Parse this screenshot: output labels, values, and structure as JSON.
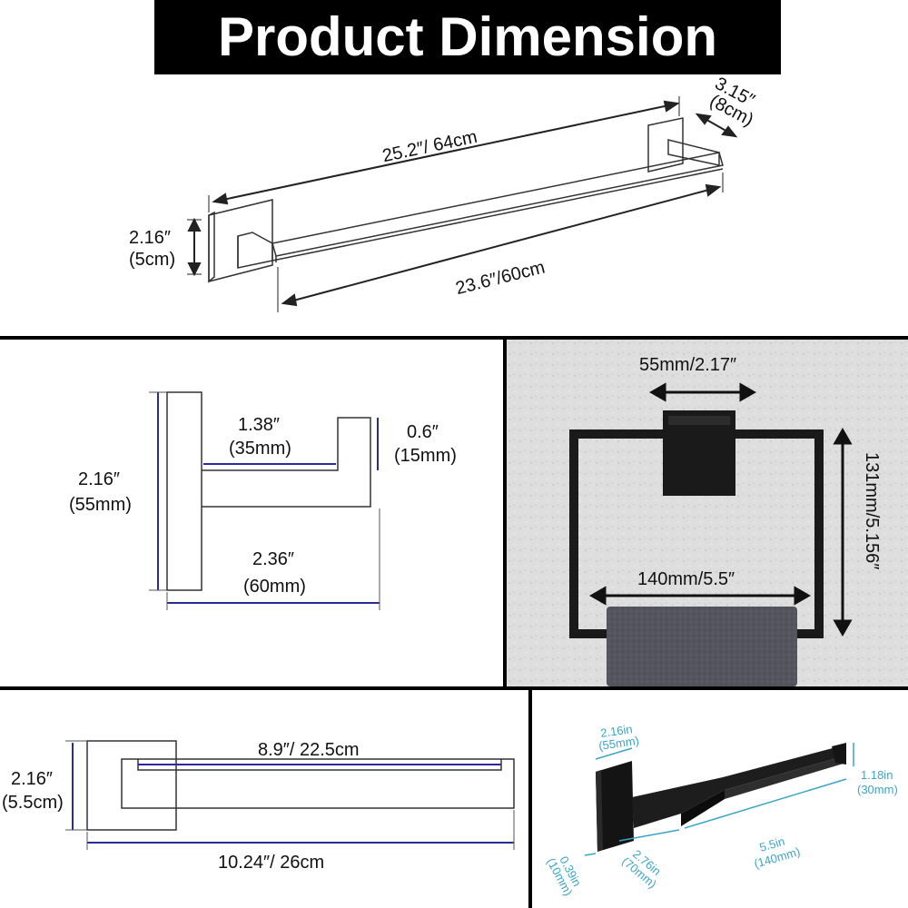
{
  "header": {
    "title": "Product Dimension"
  },
  "towel_bar": {
    "overall_length": "25.2″/ 64cm",
    "bar_length": "23.6″/60cm",
    "depth_line1": "3.15″",
    "depth_line2": "(8cm)",
    "height_line1": "2.16″",
    "height_line2": "(5cm)"
  },
  "hook": {
    "height_line1": "2.16″",
    "height_line2": "(55mm)",
    "arm_line1": "1.38″",
    "arm_line2": "(35mm)",
    "tip_line1": "0.6″",
    "tip_line2": "(15mm)",
    "depth_line1": "2.36″",
    "depth_line2": "(60mm)"
  },
  "towel_ring": {
    "mount_width": "55mm/2.17″",
    "ring_width": "140mm/5.5″",
    "ring_height": "131mm/5.156″",
    "colors": {
      "wall": "#dedede",
      "towel": "#55555f",
      "metal": "#1a1a1a"
    }
  },
  "hand_towel_bar": {
    "bar_length": "8.9″/ 22.5cm",
    "overall_length": "10.24″/ 26cm",
    "height_line1": "2.16″",
    "height_line2": "(5.5cm)"
  },
  "paper_holder": {
    "mount_line1": "2.16in",
    "mount_line2": "(55mm)",
    "tip_line1": "1.18in",
    "tip_line2": "(30mm)",
    "plate_line1": "0.39in",
    "plate_line2": "(10mm)",
    "depth_line1": "2.76in",
    "depth_line2": "(70mm)",
    "length_line1": "5.5in",
    "length_line2": "(140mm)",
    "colors": {
      "dimension": "#3aa5c9",
      "metal": "#141414"
    }
  }
}
